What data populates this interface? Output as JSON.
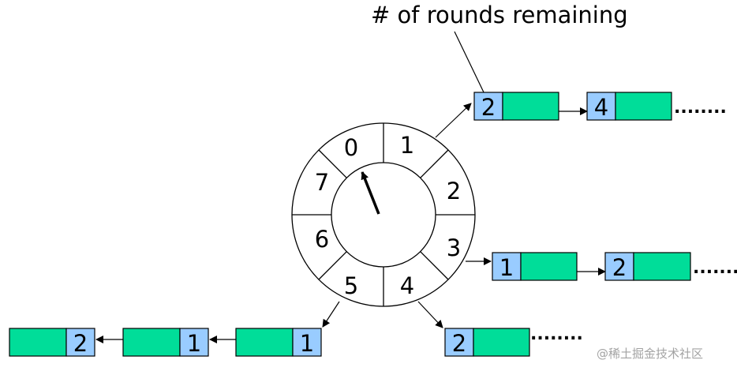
{
  "caption": "# of rounds remaining",
  "sector_labels": [
    "0",
    "1",
    "2",
    "3",
    "4",
    "5",
    "6",
    "7"
  ],
  "slot1_chain": [
    "2",
    "4"
  ],
  "slot3_chain": [
    "1",
    "2"
  ],
  "slot4_chain": [
    "2"
  ],
  "slot5_chain": [
    "1",
    "1",
    "2"
  ],
  "continuation": "........",
  "watermark": "@稀土掘金技术社区",
  "colors": {
    "round_cell": "#99ccff",
    "task_cell": "#00dd99",
    "line": "#000000"
  }
}
